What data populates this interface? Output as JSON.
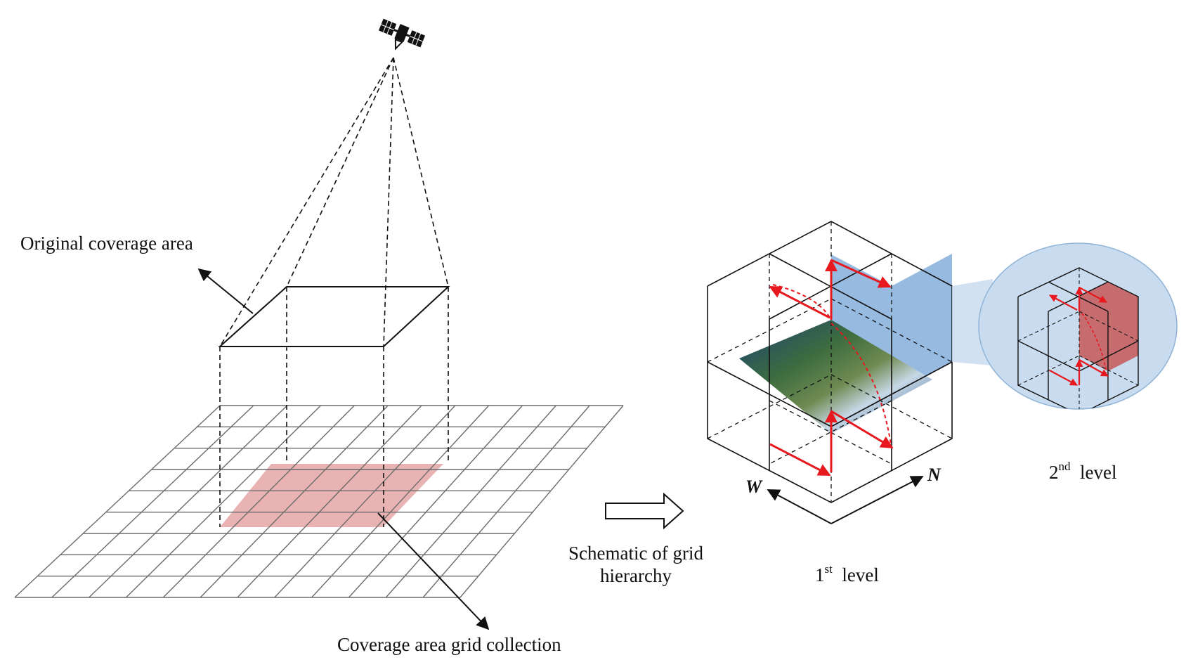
{
  "labels": {
    "original_coverage_area": "Original coverage area",
    "coverage_area_grid_collection": "Coverage area grid collection",
    "schematic_line1": "Schematic of grid",
    "schematic_line2": "hierarchy",
    "first_level_num": "1",
    "first_level_sup": "st",
    "first_level_word": "level",
    "second_level_num": "2",
    "second_level_sup": "nd",
    "second_level_word": "level"
  },
  "directions": {
    "west": "W",
    "north": "N"
  },
  "icons": [
    "satellite-icon",
    "hollow-right-arrow-icon"
  ],
  "colors": {
    "highlight_cells": "#eab3b3",
    "cube_highlight": "#7aa7d8",
    "sub_cube_highlight": "#c55f5f",
    "zoom_circle": "#c9dcef",
    "red_arrows": "#e8181f"
  }
}
